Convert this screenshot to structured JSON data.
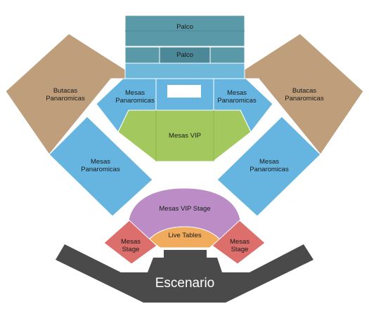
{
  "colors": {
    "palco": "#5a9aa8",
    "palco_strip": "#6eb8dc",
    "butacas": "#bf9e7c",
    "mesas_panoramicas": "#66b5e0",
    "mesas_vip": "#a3c95e",
    "mesas_vip_stage": "#bb8cc6",
    "live_tables": "#f0ac5c",
    "mesas_stage": "#dc6e6c",
    "escenario": "#4a4a4a"
  },
  "sections": {
    "palco_upper": "Palco",
    "palco_lower": "Palco",
    "butacas_left_1": "Butacas",
    "butacas_left_2": "Panaromicas",
    "butacas_right_1": "Butacas",
    "butacas_right_2": "Panaromicas",
    "mesas_pan_ul_1": "Mesas",
    "mesas_pan_ul_2": "Panaromicas",
    "mesas_pan_ur_1": "Mesas",
    "mesas_pan_ur_2": "Panaromicas",
    "mesas_pan_ll_1": "Mesas",
    "mesas_pan_ll_2": "Panaromicas",
    "mesas_pan_lr_1": "Mesas",
    "mesas_pan_lr_2": "Panaromicas",
    "mesas_vip": "Mesas VIP",
    "mesas_vip_stage": "Mesas VIP Stage",
    "live_tables": "Live Tables",
    "mesas_stage_left_1": "Mesas",
    "mesas_stage_left_2": "Stage",
    "mesas_stage_right_1": "Mesas",
    "mesas_stage_right_2": "Stage",
    "escenario": "Escenario"
  }
}
